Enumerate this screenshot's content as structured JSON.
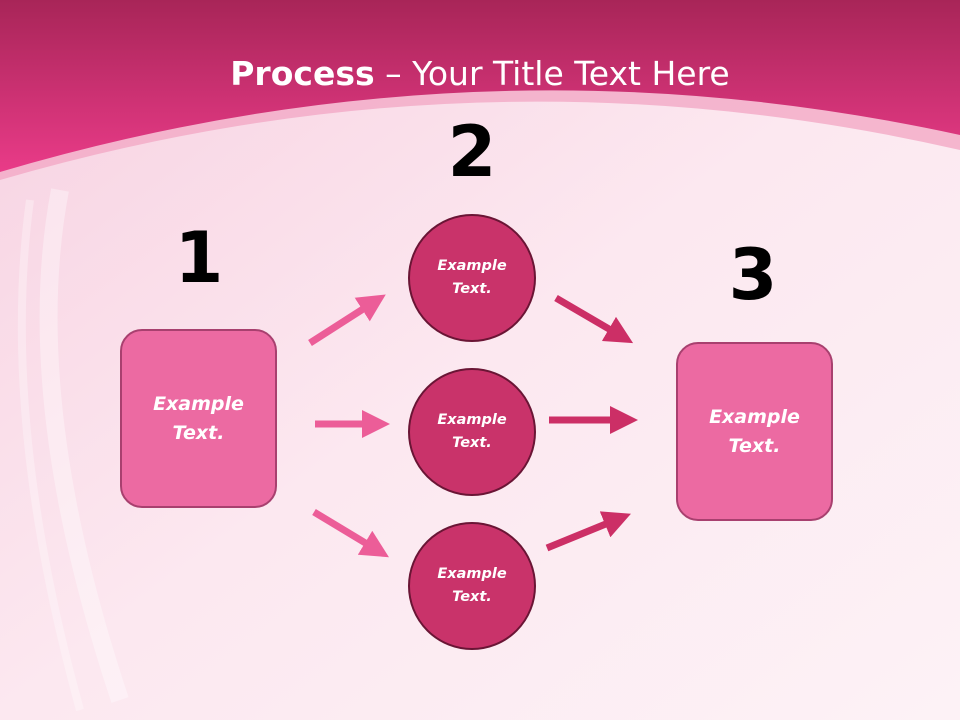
{
  "title": {
    "bold": "Process",
    "rest": " – Your Title Text Here"
  },
  "steps": [
    {
      "number": "1"
    },
    {
      "number": "2"
    },
    {
      "number": "3"
    }
  ],
  "left_box": {
    "line1": "Example",
    "line2": "Text."
  },
  "right_box": {
    "line1": "Example",
    "line2": "Text."
  },
  "circles": [
    {
      "line1": "Example",
      "line2": "Text."
    },
    {
      "line1": "Example",
      "line2": "Text."
    },
    {
      "line1": "Example",
      "line2": "Text."
    }
  ],
  "colors": {
    "header_top": "#b4275f",
    "header_bottom": "#e53a87",
    "box_fill": "#ec6aa2",
    "circle_fill": "#c9336a",
    "arrow_light": "#ec5d98",
    "arrow_dark": "#cc2f66"
  }
}
